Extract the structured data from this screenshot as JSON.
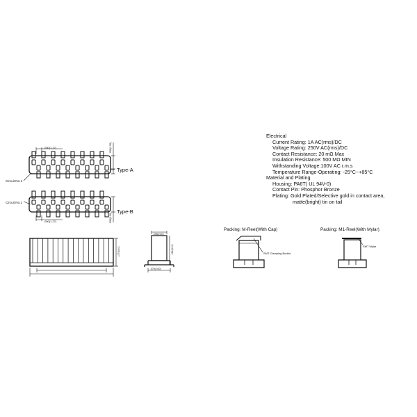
{
  "labels": {
    "type_a": "Type-A",
    "type_b": "Type-B",
    "circuit_a": "Circuit No.1",
    "circuit_b": "Circuit No.1",
    "pitch_a": ".050(1.27)",
    "pitch_b": ".050(1.27)",
    "height_a": ".098(2.50)",
    "height_b": ".098(2.50)",
    "side_top": ".098(2.50)",
    "side_right": ".161(4.10)",
    "side_bottom": ".079(2.00)",
    "front_height": ".177(4.50)"
  },
  "specs": {
    "electrical": "Electrical",
    "current": "Current Rating: 1A AC(rms)/DC",
    "voltage": "Voltage Rating: 250V AC(rms)/DC",
    "contact_res": "Contact Resistance: 20 mΩ Max",
    "insulation": "Insulation Resistance: 500 MΩ MIN",
    "withstanding": "Withstanding Voltage:100V AC r.m.s",
    "temperature": "Temperature Range-Operating: -25°C~+85°C",
    "material": "Material and Plating",
    "housing": "Housing: PA6T( UL 94V-0)",
    "contact_pin": "Contact Pin: Phosphor Bronze",
    "plating": "Plating: Gold Plated/Selective gold in contact area,",
    "plating2": "matte(bright) tin on tail"
  },
  "packing": {
    "m_title": "Packing: M-Reel(With Cap)",
    "m_callout": "SMT Clamping Buckle",
    "m1_title": "Packing: M1-Reel(With Mylar)",
    "m1_callout": "SMT Mylar"
  }
}
